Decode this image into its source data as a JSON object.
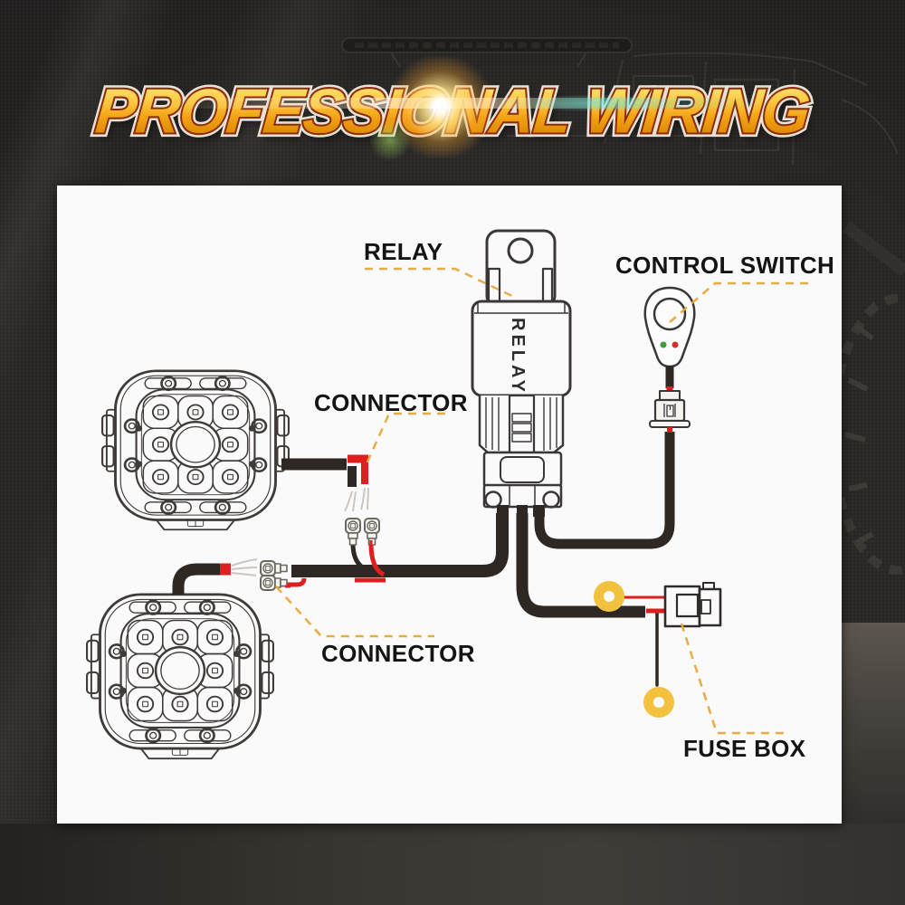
{
  "title": "PROFESSIONAL WIRING",
  "diagram": {
    "labels": {
      "relay": "RELAY",
      "connector_top": "CONNECTOR",
      "connector_bottom": "CONNECTOR",
      "control_switch": "CONTROL SWITCH",
      "fuse_box": "FUSE BOX"
    },
    "relay_body_text": "RELAY"
  },
  "colors": {
    "headline_gold": "#fcc63c",
    "headline_outline": "#8a2d0e",
    "panel_white": "#fbfafa",
    "line_ink": "#3f3b39",
    "wire_black": "#2e2824",
    "wire_red": "#df1f1f",
    "ring_terminal_yellow": "#f2c23e",
    "leader_dash_orange": "#e8a63c",
    "switch_led_green": "#3f9e3f",
    "switch_led_red": "#d62e2e"
  }
}
